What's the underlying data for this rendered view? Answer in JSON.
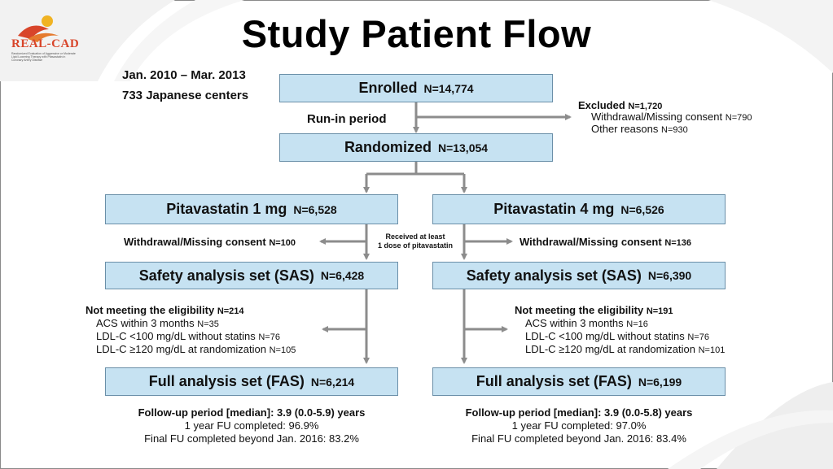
{
  "title": "Study Patient Flow",
  "logo": {
    "text": "REAL-CAD",
    "subtitle": "Randomized Evaluation of Aggressive or Moderate Lipid Lowering Therapy with Pitavastatin in Coronary Artery Disease"
  },
  "study_info": {
    "period": "Jan. 2010 – Mar. 2013",
    "centers": "733 Japanese centers"
  },
  "enrolled": {
    "label": "Enrolled",
    "n": "N=14,774"
  },
  "run_in": "Run-in period",
  "excluded": {
    "label": "Excluded",
    "n": "N=1,720",
    "items": [
      {
        "text": "Withdrawal/Missing consent",
        "n": "N=790"
      },
      {
        "text": "Other reasons",
        "n": "N=930"
      }
    ]
  },
  "randomized": {
    "label": "Randomized",
    "n": "N=13,054"
  },
  "received_note": {
    "line1": "Received at least",
    "line2": "1 dose of pitavastatin"
  },
  "arms": [
    {
      "name": "Pitavastatin 1 mg",
      "n": "N=6,528",
      "withdrawal": {
        "text": "Withdrawal/Missing consent",
        "n": "N=100"
      },
      "sas": {
        "label": "Safety analysis set (SAS)",
        "n": "N=6,428"
      },
      "not_eligible": {
        "label": "Not meeting the eligibility",
        "n": "N=214",
        "items": [
          {
            "text": "ACS within 3 months",
            "n": "N=35"
          },
          {
            "text": "LDL-C <100 mg/dL without statins",
            "n": "N=76"
          },
          {
            "text": "LDL-C ≥120 mg/dL at randomization",
            "n": "N=105"
          }
        ]
      },
      "fas": {
        "label": "Full analysis set (FAS)",
        "n": "N=6,214"
      },
      "followup": {
        "median": "Follow-up period [median]: 3.9 (0.0-5.9) years",
        "one_year": "1 year FU completed: 96.9%",
        "final": "Final FU completed beyond Jan. 2016: 83.2%"
      }
    },
    {
      "name": "Pitavastatin 4 mg",
      "n": "N=6,526",
      "withdrawal": {
        "text": "Withdrawal/Missing consent",
        "n": "N=136"
      },
      "sas": {
        "label": "Safety analysis set (SAS)",
        "n": "N=6,390"
      },
      "not_eligible": {
        "label": "Not meeting the eligibility",
        "n": "N=191",
        "items": [
          {
            "text": "ACS within 3 months",
            "n": "N=16"
          },
          {
            "text": "LDL-C <100 mg/dL without statins",
            "n": "N=76"
          },
          {
            "text": "LDL-C ≥120 mg/dL at randomization",
            "n": "N=101"
          }
        ]
      },
      "fas": {
        "label": "Full analysis set (FAS)",
        "n": "N=6,199"
      },
      "followup": {
        "median": "Follow-up period [median]: 3.9 (0.0-5.8) years",
        "one_year": "1 year FU completed: 97.0%",
        "final": "Final FU completed beyond Jan. 2016: 83.4%"
      }
    }
  ],
  "colors": {
    "box_fill": "#c6e2f2",
    "box_border": "#6a8fa8",
    "arrow": "#8c8c8c",
    "logo_red": "#d8452a",
    "logo_gold": "#f0b323"
  }
}
